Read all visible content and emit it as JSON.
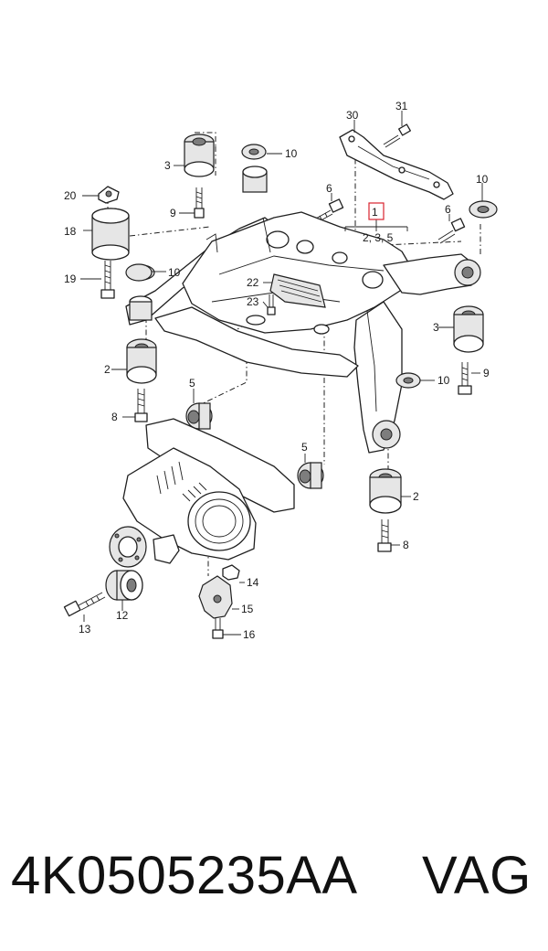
{
  "diagram": {
    "callouts": {
      "n30": "30",
      "n31": "31",
      "n3a": "3",
      "n10a": "10",
      "n20": "20",
      "n9a": "9",
      "n6a": "6",
      "n1": "1",
      "n235": "2, 3, 5",
      "n6b": "6",
      "n10b": "10",
      "n18": "18",
      "n19": "19",
      "n10c": "10",
      "n22": "22",
      "n23": "23",
      "n3b": "3",
      "n2a": "2",
      "n9b": "9",
      "n10d": "10",
      "n5a": "5",
      "n8a": "8",
      "n5b": "5",
      "n2b": "2",
      "n8b": "8",
      "n14": "14",
      "n15": "15",
      "n16": "16",
      "n12": "12",
      "n13": "13"
    },
    "highlight_color": "#d9232e"
  },
  "footer": {
    "part_number": "4K0505235AA",
    "brand": "VAG"
  }
}
